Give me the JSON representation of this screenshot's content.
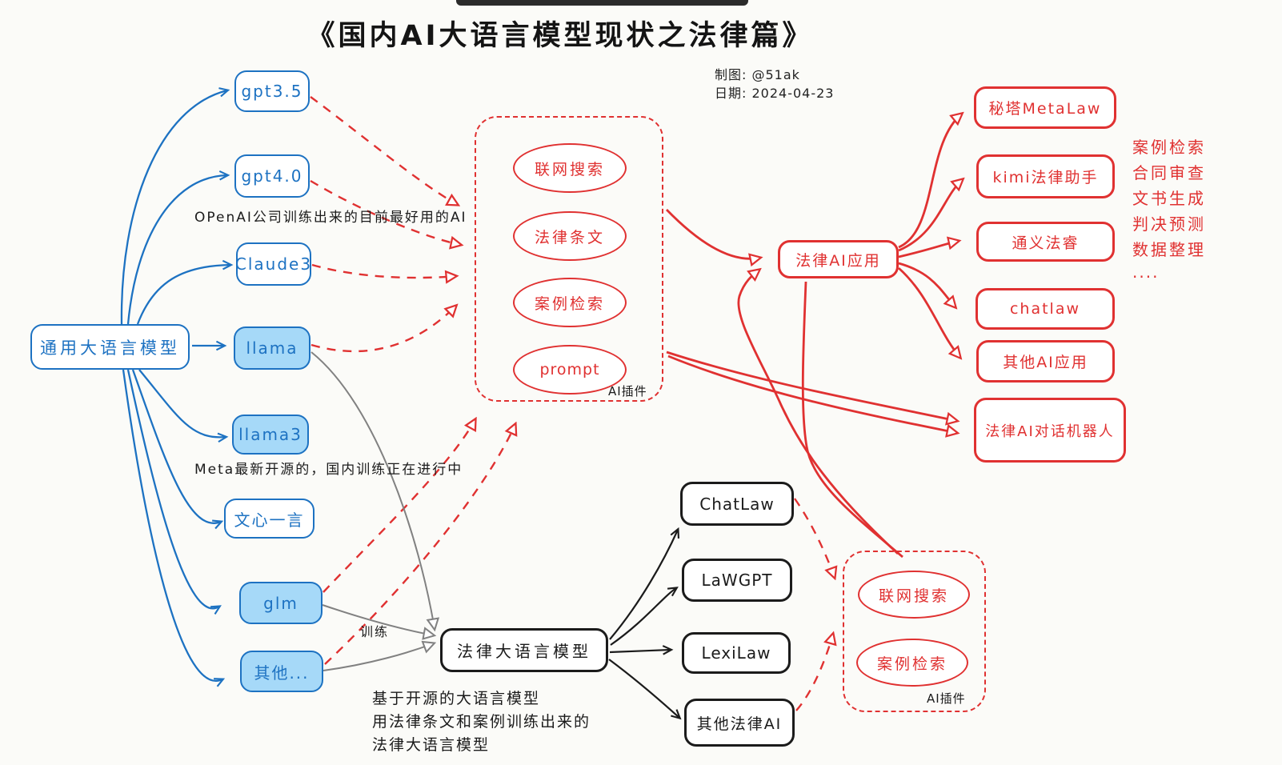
{
  "meta": {
    "title": "《国内AI大语言模型现状之法律篇》",
    "credit": "制图: @51ak",
    "date": "日期: 2024-04-23"
  },
  "colors": {
    "blue": "#1d72c2",
    "blue_fill": "#a6d9f8",
    "red": "#e03131",
    "black": "#1b1b1b",
    "gray": "#818181",
    "background": "#fbfbf8"
  },
  "general_models": {
    "root": "通用大语言模型",
    "nodes": [
      "gpt3.5",
      "gpt4.0",
      "Claude3",
      "llama",
      "llama3",
      "文心一言",
      "glm",
      "其他..."
    ]
  },
  "notes": {
    "openai": "OPenAI公司训练出来的目前最好用的AI",
    "meta_llama": "Meta最新开源的，国内训练正在进行中",
    "training": "训练",
    "legal_llm_lines": [
      "基于开源的大语言模型",
      "用法律条文和案例训练出来的",
      "法律大语言模型"
    ]
  },
  "plugin_box_1": {
    "label": "AI插件",
    "items": [
      "联网搜索",
      "法律条文",
      "案例检索",
      "prompt"
    ]
  },
  "plugin_box_2": {
    "label": "AI插件",
    "items": [
      "联网搜索",
      "案例检索"
    ]
  },
  "legal_app": {
    "label": "法律AI应用",
    "apps": [
      "秘塔MetaLaw",
      "kimi法律助手",
      "通义法睿",
      "chatlaw",
      "其他AI应用"
    ],
    "chatbot": "法律AI对话机器人",
    "capabilities": [
      "案例检索",
      "合同审查",
      "文书生成",
      "判决预测",
      "数据整理",
      "...."
    ]
  },
  "legal_llm": {
    "label": "法律大语言模型",
    "models": [
      "ChatLaw",
      "LaWGPT",
      "LexiLaw",
      "其他法律AI"
    ]
  }
}
